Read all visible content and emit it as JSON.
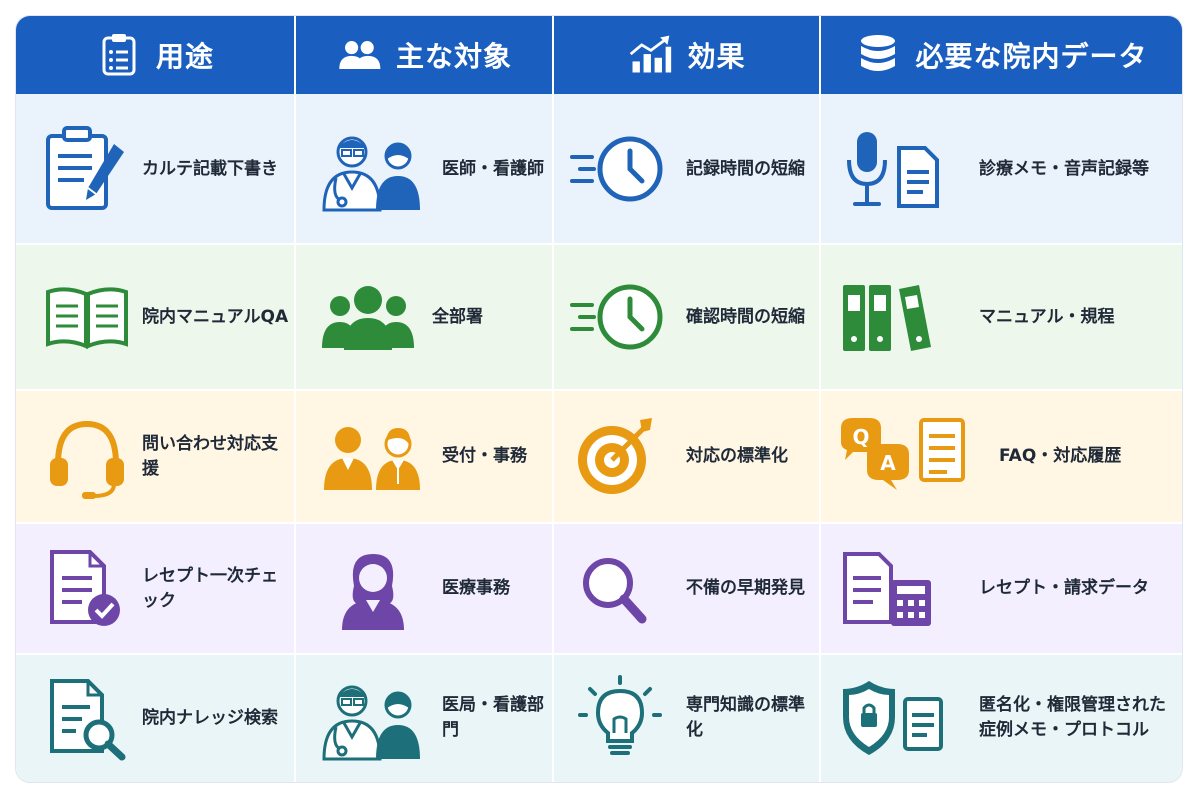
{
  "headers": [
    {
      "label": "用途",
      "icon": "clipboard-list-icon"
    },
    {
      "label": "主な対象",
      "icon": "users-icon"
    },
    {
      "label": "効果",
      "icon": "growth-chart-icon"
    },
    {
      "label": "必要な院内データ",
      "icon": "database-icon"
    }
  ],
  "colors": {
    "header_bg": "#1a5fc0",
    "rows": [
      {
        "bg": "#eaf3fc",
        "accent": "#1f64b8"
      },
      {
        "bg": "#eef7ec",
        "accent": "#2e8b3a"
      },
      {
        "bg": "#fff6e4",
        "accent": "#e79a12"
      },
      {
        "bg": "#f3efff",
        "accent": "#6e46a8"
      },
      {
        "bg": "#e9f5f6",
        "accent": "#1d6f79"
      }
    ]
  },
  "rows": [
    {
      "use": {
        "text": "カルテ記載下書き",
        "icon": "clipboard-pen-icon"
      },
      "target": {
        "text": "医師・看護師",
        "icon": "doctor-nurse-icon"
      },
      "effect": {
        "text": "記録時間の短縮",
        "icon": "fast-clock-icon"
      },
      "data": {
        "text": "診療メモ・音声記録等",
        "icon": "microphone-document-icon"
      }
    },
    {
      "use": {
        "text": "院内マニュアルQA",
        "icon": "open-book-icon"
      },
      "target": {
        "text": "全部署",
        "icon": "group-icon"
      },
      "effect": {
        "text": "確認時間の短縮",
        "icon": "fast-clock-icon"
      },
      "data": {
        "text": "マニュアル・規程",
        "icon": "binders-icon"
      }
    },
    {
      "use": {
        "text": "問い合わせ対応支援",
        "icon": "headset-icon"
      },
      "target": {
        "text": "受付・事務",
        "icon": "reception-staff-icon"
      },
      "effect": {
        "text": "対応の標準化",
        "icon": "target-icon"
      },
      "data": {
        "text": "FAQ・対応履歴",
        "icon": "qa-document-icon",
        "qa_q": "Q",
        "qa_a": "A"
      }
    },
    {
      "use": {
        "text": "レセプト一次チェック",
        "icon": "document-check-icon"
      },
      "target": {
        "text": "医療事務",
        "icon": "office-worker-icon"
      },
      "effect": {
        "text": "不備の早期発見",
        "icon": "magnifier-icon"
      },
      "data": {
        "text": "レセプト・請求データ",
        "icon": "document-calculator-icon"
      }
    },
    {
      "use": {
        "text": "院内ナレッジ検索",
        "icon": "document-search-icon"
      },
      "target": {
        "text": "医局・看護部門",
        "icon": "doctor-nurse-icon"
      },
      "effect": {
        "text": "専門知識の標準化",
        "icon": "lightbulb-icon"
      },
      "data": {
        "text": "匿名化・権限管理された\n症例メモ・プロトコル",
        "icon": "shield-lock-document-icon"
      }
    }
  ]
}
